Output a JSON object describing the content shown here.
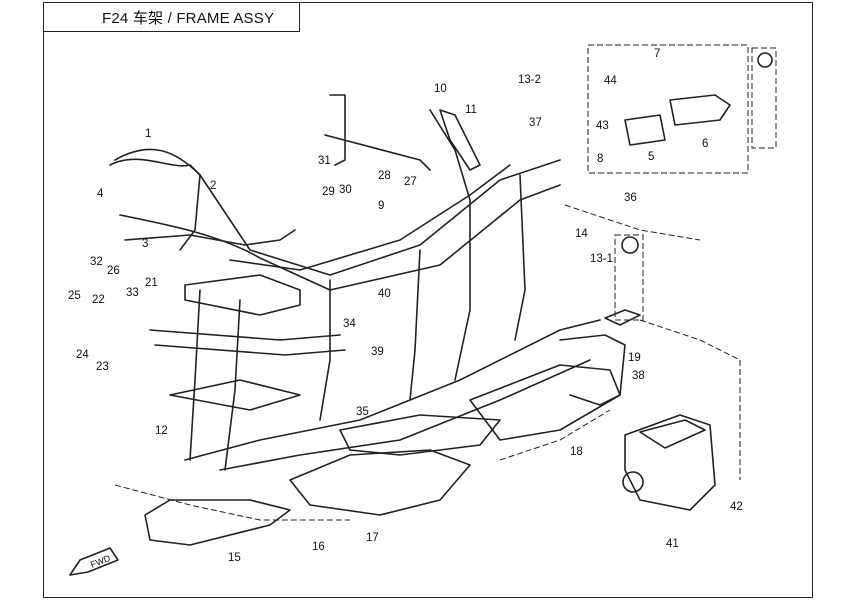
{
  "title": "F24 车架 / FRAME ASSY",
  "front_arrow": "FWD",
  "callouts": [
    "1",
    "2",
    "4",
    "9",
    "10",
    "11",
    "12",
    "13-1",
    "13-2",
    "14",
    "15",
    "16",
    "17",
    "18",
    "19",
    "21",
    "22",
    "23",
    "24",
    "25",
    "26",
    "27",
    "28",
    "29",
    "30",
    "31",
    "32",
    "33",
    "34",
    "35",
    "36",
    "37",
    "38",
    "39",
    "40",
    "41",
    "42",
    "43",
    "44",
    "5",
    "6",
    "7",
    "8",
    "3"
  ]
}
